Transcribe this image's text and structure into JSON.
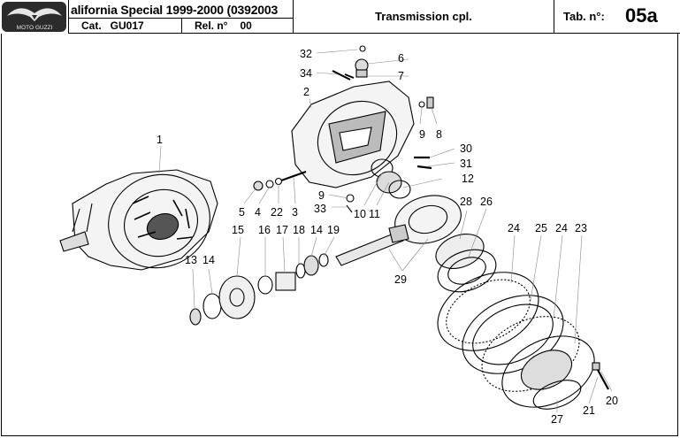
{
  "header": {
    "model": "alifornia Special 1999-2000 (0392003",
    "cat_label": "Cat.",
    "cat_value": "GU017",
    "rel_label": "Rel. n°",
    "rel_value": "00",
    "title": "Transmission cpl.",
    "tab_label": "Tab. n°:",
    "tab_value": "05a",
    "logo_text": "MOTO GUZZI"
  },
  "callouts": [
    "32",
    "6",
    "34",
    "7",
    "2",
    "9",
    "8",
    "1",
    "30",
    "31",
    "12",
    "9",
    "33",
    "10",
    "11",
    "5",
    "4",
    "22",
    "3",
    "28",
    "26",
    "15",
    "16",
    "17",
    "18",
    "14",
    "19",
    "24",
    "25",
    "24",
    "23",
    "13",
    "14",
    "29",
    "20",
    "21",
    "27"
  ]
}
